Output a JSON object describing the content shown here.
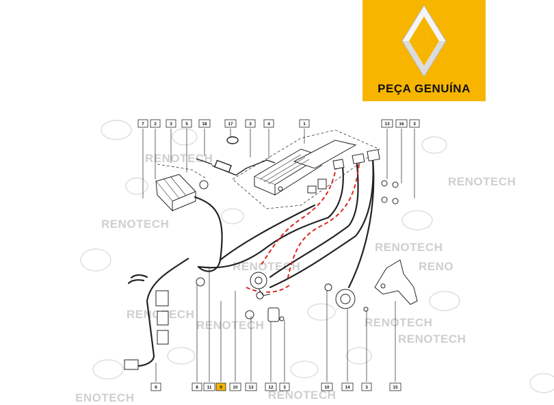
{
  "brand": {
    "badge_text": "PEÇA GENUÍNA",
    "badge_color": "#f7b500",
    "logo_icon": "renault-diamond-icon",
    "watermark_text": "RENOTECH",
    "watermark_text_cut": "ENOTECH",
    "watermark_text_short": "RENO"
  },
  "callouts": {
    "top": [
      "7",
      "2",
      "3",
      "5",
      "18",
      "17",
      "3",
      "4",
      "1",
      "13",
      "16",
      "3"
    ],
    "bottom": [
      "8",
      "11",
      "9",
      "10",
      "13",
      "12",
      "3",
      "10",
      "14",
      "3",
      "15"
    ],
    "left": [
      "6"
    ],
    "highlighted": "9",
    "highlight_color": "#f7b500",
    "wiring_color": "#d9261c"
  }
}
